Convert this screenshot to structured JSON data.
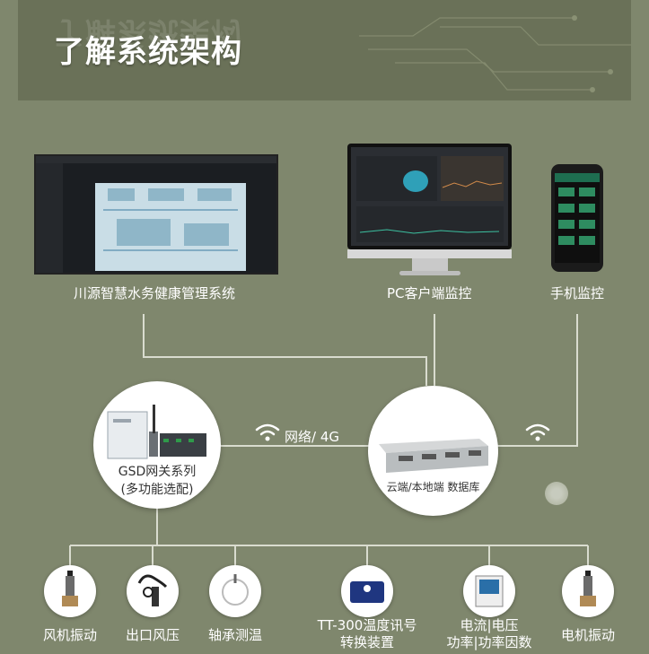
{
  "header": {
    "title": "了解系统架构"
  },
  "top_systems": [
    {
      "label": "川源智慧水务健康管理系统"
    },
    {
      "label": "PC客户端监控"
    },
    {
      "label": "手机监控"
    }
  ],
  "hubs": {
    "gateway": {
      "line1": "GSD网关系列",
      "line2": "(多功能选配)"
    },
    "network": {
      "label": "网络/ 4G"
    },
    "server": {
      "label": "云端/本地端 数据库"
    }
  },
  "devices": [
    {
      "label": "风机振动"
    },
    {
      "label": "出口风压"
    },
    {
      "label": "轴承测温"
    },
    {
      "label": "TT-300温度讯号",
      "label2": "转换装置"
    },
    {
      "label": "电流|电压",
      "label2": "功率|功率因数"
    },
    {
      "label": "电机振动"
    }
  ]
}
